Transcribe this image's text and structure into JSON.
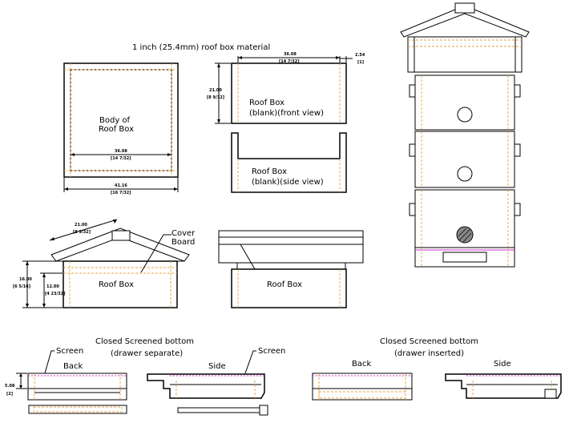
{
  "labels": {
    "roof_material": "1 inch (25.4mm) roof box material",
    "body_of_roof_box_1": "Body of",
    "body_of_roof_box_2": "Roof Box",
    "front_view_1": "Roof Box",
    "front_view_2": "(blank)(front view)",
    "side_view_1": "Roof Box",
    "side_view_2": "(blank)(side view)",
    "cover_board_1": "Cover",
    "cover_board_2": "Board",
    "roof_box_left": "Roof Box",
    "roof_box_right": "Roof Box",
    "closed_left_1": "Closed Screened bottom",
    "closed_left_2": "(drawer separate)",
    "closed_right_1": "Closed Screened bottom",
    "closed_right_2": "(drawer inserted)",
    "screen_1": "Screen",
    "screen_2": "Screen",
    "back_1": "Back",
    "side_1": "Side",
    "back_2": "Back",
    "side_2": "Side"
  },
  "dimensions": {
    "body_inner": "36.08",
    "body_inner_in": "[14 7/32]",
    "body_outer": "41.16",
    "body_outer_in": "[16 7/32]",
    "front_height": "21.00",
    "front_height_in": "[8 9/32]",
    "front_width": "36.08",
    "front_width_in": "[14 7/32]",
    "thickness": "2.54",
    "thickness_in": "[1]",
    "roof_slope": "21.00",
    "roof_slope_in": "[8 9/32]",
    "total_height": "16.00",
    "total_height_in": "[6 5/16]",
    "box_height": "12.00",
    "box_height_in": "[4 23/32]",
    "bottom_height": "5.08",
    "bottom_height_in": "[2]"
  },
  "colors": {
    "line": "#000000",
    "hidden_line": "#e8a040",
    "screen_line": "#cc33cc"
  }
}
